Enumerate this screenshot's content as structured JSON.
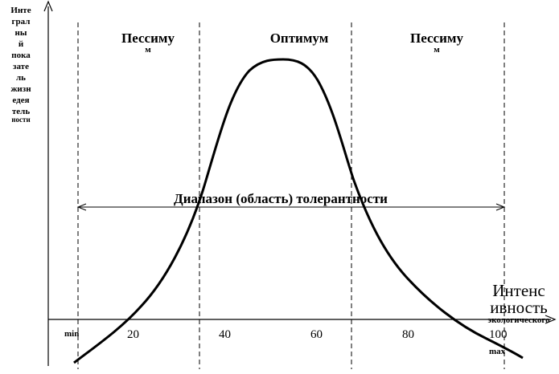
{
  "diagram": {
    "y_axis_label": [
      "Инте",
      "грал",
      "ны",
      "й",
      "пока",
      "зате",
      "ль",
      "жизн",
      "едея",
      "тель"
    ],
    "y_axis_label_cut": "ности",
    "x_axis_label": [
      "Интенс",
      "ивность"
    ],
    "x_axis_label_cut": "экологического",
    "zones": {
      "left": {
        "label": "Пессиму",
        "tail": "м"
      },
      "center": {
        "label": "Оптимум"
      },
      "right": {
        "label": "Пессиму",
        "tail": "м"
      }
    },
    "tolerance_label": "Диапазон  (область) толерантности",
    "ticks": [
      "20",
      "40",
      "60",
      "80",
      "100"
    ],
    "min_label": "min",
    "max_label": "max"
  }
}
